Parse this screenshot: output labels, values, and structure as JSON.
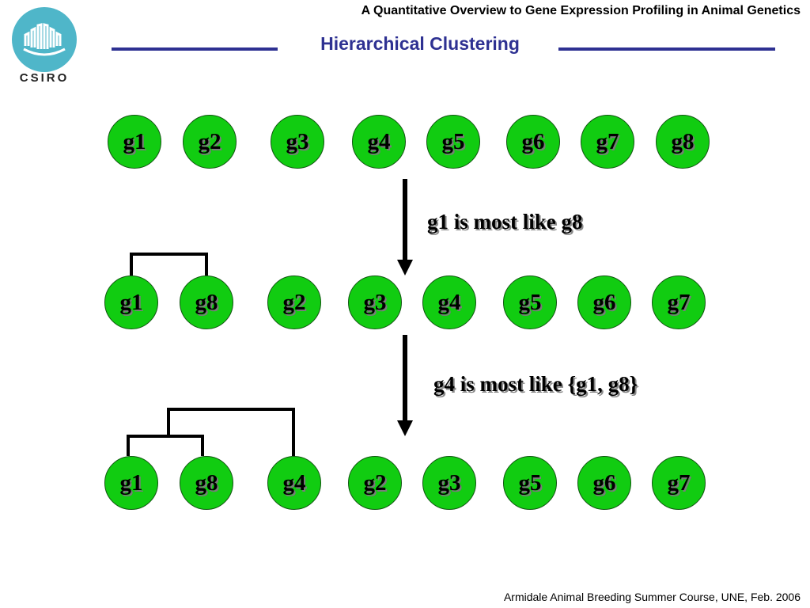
{
  "header": {
    "course_title": "A Quantitative Overview to Gene Expression Profiling in Animal Genetics",
    "slide_title": "Hierarchical Clustering",
    "logo_text": "CSIRO",
    "accent_color": "#2e3192"
  },
  "rows": [
    {
      "nodes": [
        "g1",
        "g2",
        "g3",
        "g4",
        "g5",
        "g6",
        "g7",
        "g8"
      ]
    },
    {
      "nodes": [
        "g1",
        "g8",
        "g2",
        "g3",
        "g4",
        "g5",
        "g6",
        "g7"
      ]
    },
    {
      "nodes": [
        "g1",
        "g8",
        "g4",
        "g2",
        "g3",
        "g5",
        "g6",
        "g7"
      ]
    }
  ],
  "steps": [
    {
      "label": "g1 is most like g8"
    },
    {
      "label": "g4 is most like {g1, g8}"
    }
  ],
  "node_color": "#11cc11",
  "footer": {
    "text": "Armidale Animal Breeding Summer Course, UNE, Feb. 2006"
  }
}
